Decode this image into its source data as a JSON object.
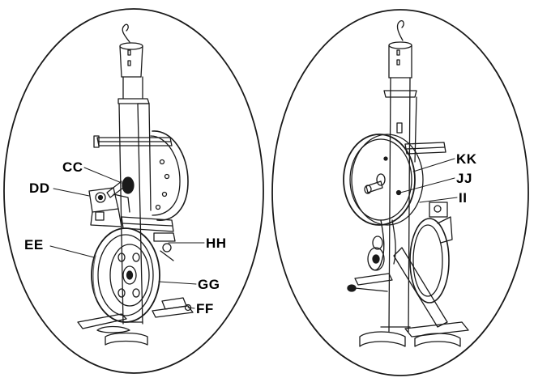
{
  "callouts": {
    "cc": "CC",
    "dd": "DD",
    "ee": "EE",
    "hh": "HH",
    "gg": "GG",
    "ff": "FF",
    "kk": "KK",
    "jj": "JJ",
    "ii": "II"
  },
  "colors": {
    "line": "#1a1a1a",
    "shade": "#6e6e6e",
    "background": "#ffffff"
  }
}
